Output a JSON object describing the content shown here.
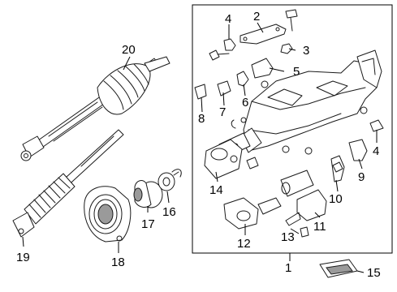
{
  "callouts": {
    "c1": "1",
    "c2": "2",
    "c3": "3",
    "c4a": "4",
    "c4b": "4",
    "c5": "5",
    "c6": "6",
    "c7": "7",
    "c8": "8",
    "c9": "9",
    "c10": "10",
    "c11": "11",
    "c12": "12",
    "c13": "13",
    "c14": "14",
    "c15": "15",
    "c16": "16",
    "c17": "17",
    "c18": "18",
    "c19": "19",
    "c20": "20"
  }
}
